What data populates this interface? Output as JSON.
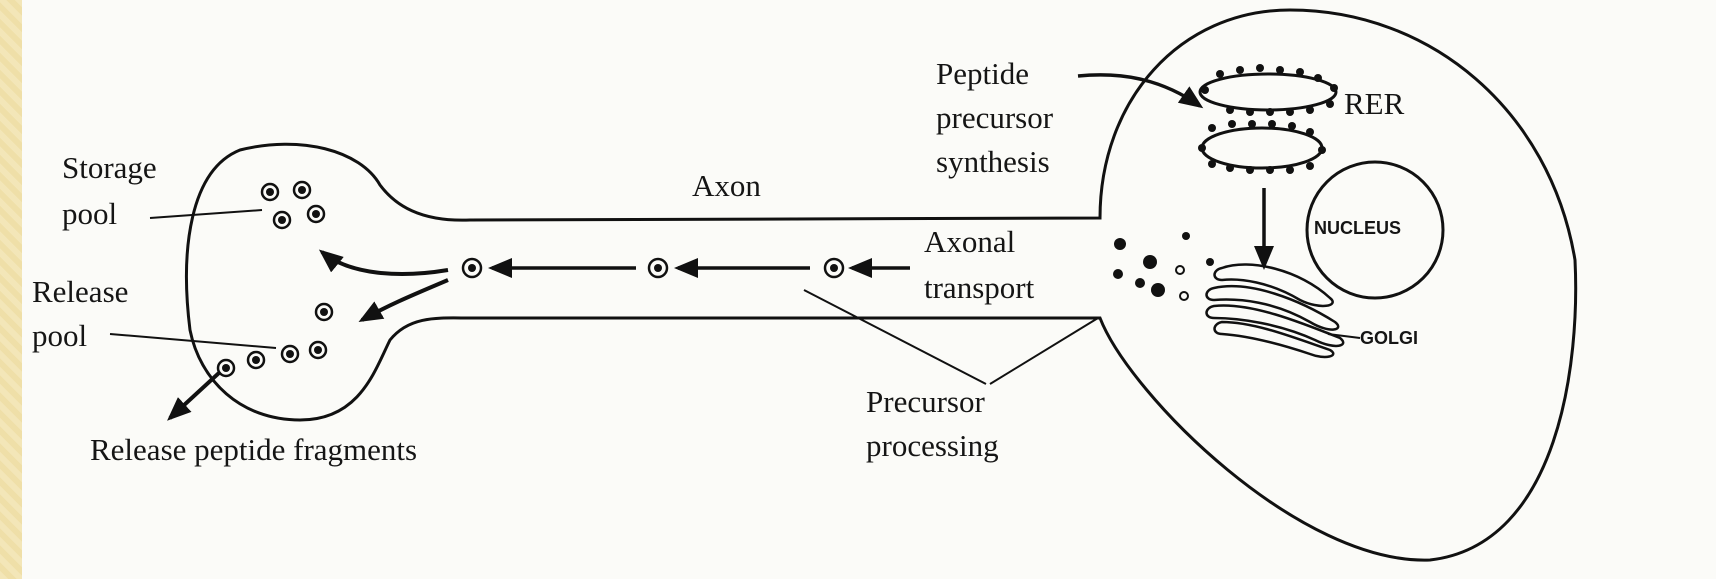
{
  "diagram": {
    "labels": {
      "storage_pool_1": "Storage",
      "storage_pool_2": "pool",
      "release_pool_1": "Release",
      "release_pool_2": "pool",
      "release_fragments": "Release peptide fragments",
      "axon": "Axon",
      "axonal_transport_1": "Axonal",
      "axonal_transport_2": "transport",
      "precursor_processing_1": "Precursor",
      "precursor_processing_2": "processing",
      "peptide_synthesis_1": "Peptide",
      "peptide_synthesis_2": "precursor",
      "peptide_synthesis_3": "synthesis",
      "rer": "RER",
      "nucleus": "NUCLEUS",
      "golgi": "GOLGI"
    }
  }
}
